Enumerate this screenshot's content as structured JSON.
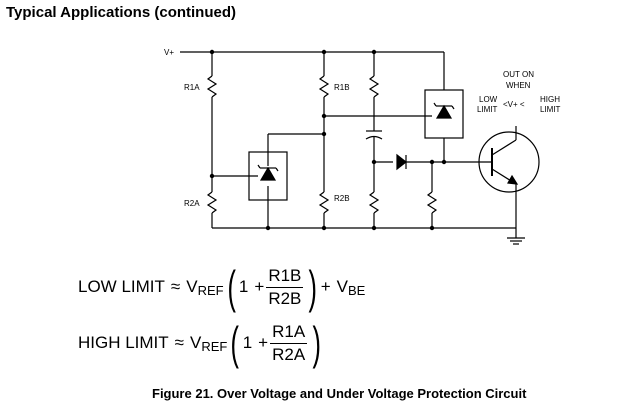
{
  "title": "Typical Applications (continued)",
  "circuit": {
    "labels": {
      "vplus": "V+",
      "r1a": "R1A",
      "r2a": "R2A",
      "r1b": "R1B",
      "r2b": "R2B",
      "out_on_line1": "OUT ON",
      "out_on_line2": "WHEN",
      "low_line1": "LOW",
      "low_line2": "LIMIT",
      "condition": "<V+ <",
      "high_line1": "HIGH",
      "high_line2": "LIMIT"
    }
  },
  "equations": {
    "low": {
      "lhs": "LOW LIMIT",
      "approx": "≈",
      "vref": "V",
      "vref_sub": "REF",
      "one": "1",
      "plus": "+",
      "num": "R1B",
      "den": "R2B",
      "tail_plus": "+",
      "vbe": "V",
      "vbe_sub": "BE"
    },
    "high": {
      "lhs": "HIGH LIMIT",
      "approx": "≈",
      "vref": "V",
      "vref_sub": "REF",
      "one": "1",
      "plus": "+",
      "num": "R1A",
      "den": "R2A"
    }
  },
  "caption": "Figure 21.  Over Voltage and Under Voltage Protection Circuit"
}
